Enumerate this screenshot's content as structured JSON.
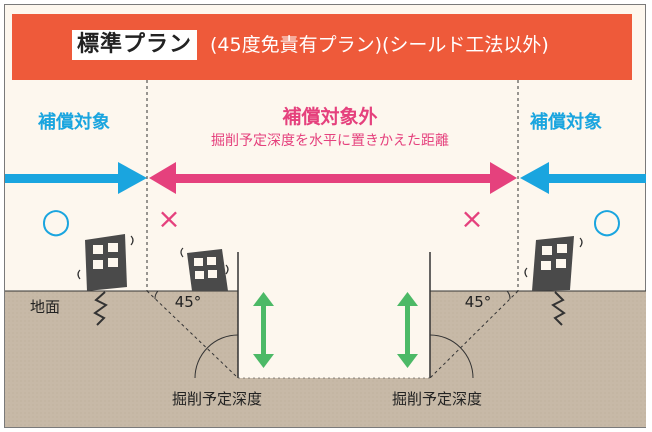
{
  "banner": {
    "plan_name": "標準プラン",
    "subtitle": "(45度免責有プラン)(シールド工法以外)"
  },
  "zones": {
    "left_label": "補償対象",
    "right_label": "補償対象",
    "center_label": "補償対象外",
    "center_note": "掘削予定深度を水平に置きかえた距離"
  },
  "marks": {
    "covered_symbol": "○",
    "not_covered_symbol": "×"
  },
  "ground": {
    "label": "地面",
    "left_angle": "45°",
    "right_angle": "45°"
  },
  "depth": {
    "left_label": "掘削予定深度",
    "right_label": "掘削予定深度"
  },
  "colors": {
    "banner": "#ee5a3a",
    "covered_blue": "#1aa5df",
    "excluded_pink": "#e5417d",
    "depth_green": "#4cb966",
    "soil": "#c7b9a7",
    "background": "#fdf7ee"
  },
  "icons": [
    "building-icon",
    "crack-icon"
  ]
}
